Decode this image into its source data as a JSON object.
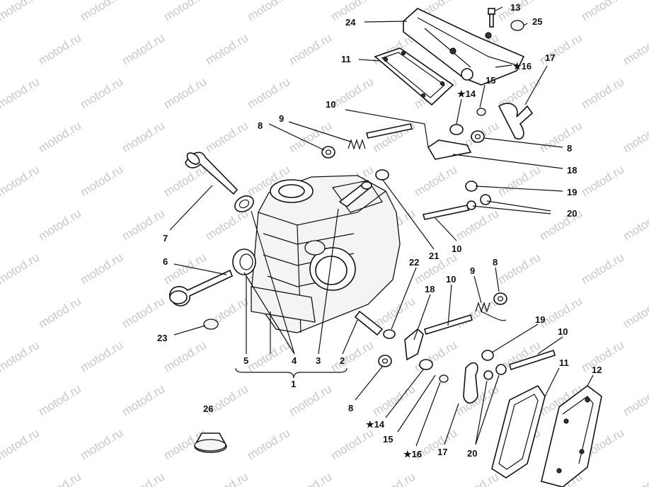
{
  "watermark": "motod.ru",
  "labels": {
    "l1": "1",
    "l2": "2",
    "l3": "3",
    "l4": "4",
    "l5": "5",
    "l6": "6",
    "l7": "7",
    "l8a": "8",
    "l8b": "8",
    "l8c": "8",
    "l8d": "8",
    "l9a": "9",
    "l9b": "9",
    "l10a": "10",
    "l10b": "10",
    "l10c": "10",
    "l10d": "10",
    "l11a": "11",
    "l11b": "11",
    "l12": "12",
    "l13": "13",
    "l14a": "★14",
    "l14b": "★14",
    "l15a": "15",
    "l15b": "15",
    "l16a": "★16",
    "l16b": "★16",
    "l17a": "17",
    "l17b": "17",
    "l18a": "18",
    "l18b": "18",
    "l19a": "19",
    "l19b": "19",
    "l20a": "20",
    "l20b": "20",
    "l21": "21",
    "l22": "22",
    "l23": "23",
    "l24": "24",
    "l25": "25",
    "l26": "26"
  }
}
